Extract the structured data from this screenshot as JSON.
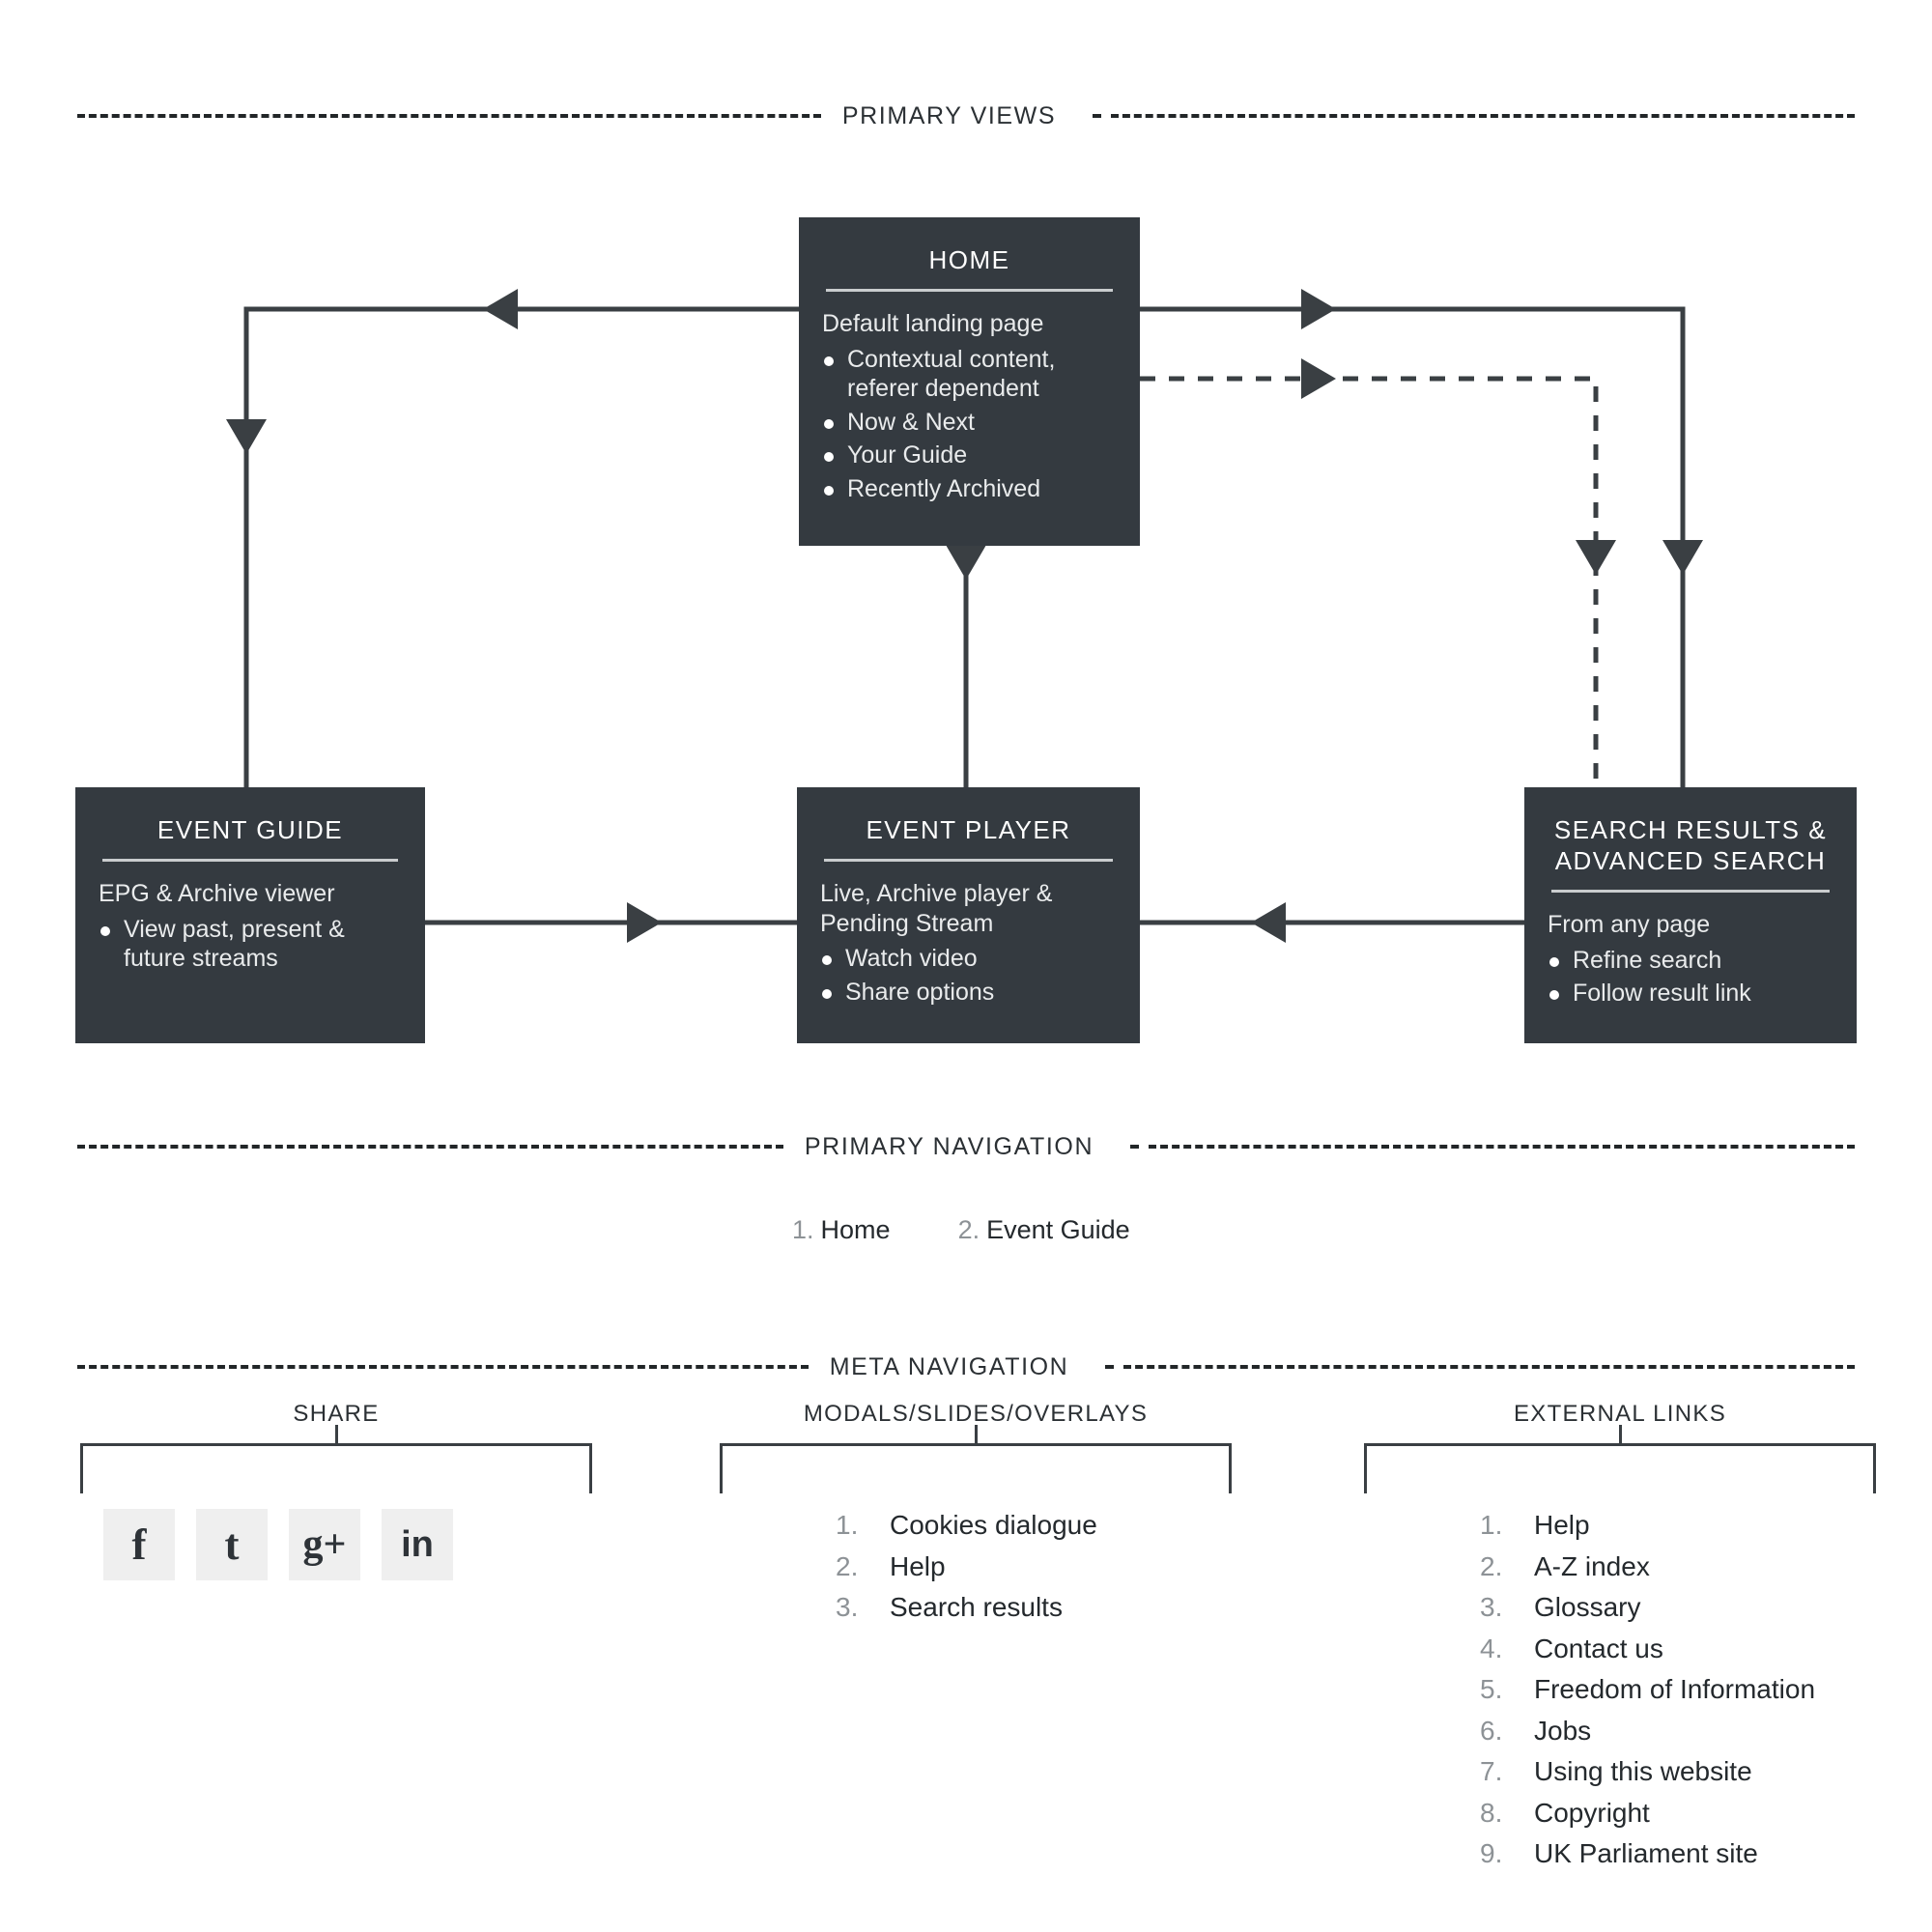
{
  "sections": {
    "primary_views": "PRIMARY VIEWS",
    "primary_navigation": "PRIMARY NAVIGATION",
    "meta_navigation": "META NAVIGATION"
  },
  "nodes": {
    "home": {
      "title": "HOME",
      "lead": "Default landing page",
      "bullets": [
        "Contextual content, referer dependent",
        "Now & Next",
        "Your Guide",
        "Recently Archived"
      ]
    },
    "event_guide": {
      "title": "EVENT GUIDE",
      "lead": "EPG & Archive viewer",
      "bullets": [
        "View past, present & future streams"
      ]
    },
    "event_player": {
      "title": "EVENT PLAYER",
      "lead": "Live, Archive player & Pending Stream",
      "bullets": [
        "Watch video",
        "Share options"
      ]
    },
    "search": {
      "title": "SEARCH RESULTS & ADVANCED SEARCH",
      "lead": "From any page",
      "bullets": [
        "Refine search",
        "Follow result link"
      ]
    }
  },
  "primary_navigation": {
    "items": [
      {
        "num": "1.",
        "label": "Home"
      },
      {
        "num": "2.",
        "label": "Event Guide"
      }
    ]
  },
  "meta_navigation": {
    "share": {
      "title": "SHARE",
      "icons": [
        {
          "name": "facebook-icon",
          "glyph": "f"
        },
        {
          "name": "tumblr-icon",
          "glyph": "t"
        },
        {
          "name": "google-plus-icon",
          "glyph": "g+"
        },
        {
          "name": "linkedin-icon",
          "glyph": "in"
        }
      ]
    },
    "modals": {
      "title": "MODALS/SLIDES/OVERLAYS",
      "items": [
        {
          "num": "1.",
          "label": "Cookies dialogue"
        },
        {
          "num": "2.",
          "label": "Help"
        },
        {
          "num": "3.",
          "label": "Search results"
        }
      ]
    },
    "external_links": {
      "title": "EXTERNAL LINKS",
      "items": [
        {
          "num": "1.",
          "label": "Help"
        },
        {
          "num": "2.",
          "label": "A-Z index"
        },
        {
          "num": "3.",
          "label": "Glossary"
        },
        {
          "num": "4.",
          "label": "Contact us"
        },
        {
          "num": "5.",
          "label": "Freedom of Information"
        },
        {
          "num": "6.",
          "label": "Jobs"
        },
        {
          "num": "7.",
          "label": "Using this website"
        },
        {
          "num": "8.",
          "label": "Copyright"
        },
        {
          "num": "9.",
          "label": "UK Parliament site"
        }
      ]
    }
  },
  "colors": {
    "node_bg": "#343a40",
    "line": "#3a3f43",
    "tile_bg": "#efefef",
    "muted_text": "#8d9296"
  }
}
